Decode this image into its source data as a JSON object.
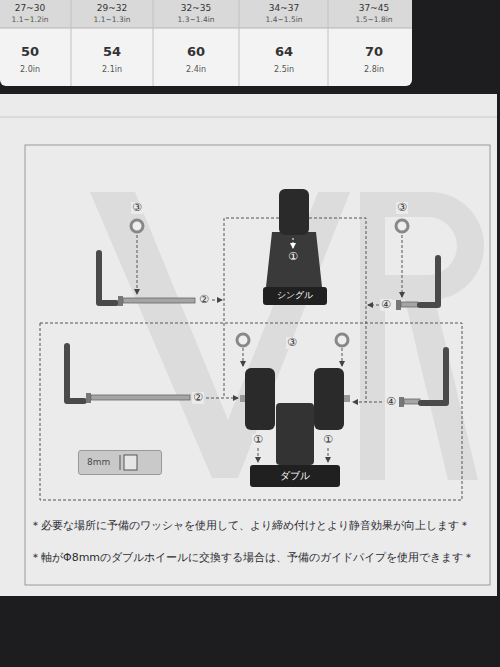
{
  "diagram": {
    "nodes": [
      {
        "text": [
          "シングル"
        ]
      },
      {
        "text": [
          "ダブル"
        ]
      },
      {
        "text": [
          "8mm"
        ]
      }
    ],
    "labels": [
      "27~30",
      "1.1~1.2in",
      "29~32",
      "1.1~1.3in",
      "32~35",
      "1.3~1.4in",
      "34~37",
      "1.4~1.5in",
      "37~45",
      "1.5~1.8in",
      "50",
      "2.0in",
      "54",
      "2.1in",
      "60",
      "2.4in",
      "64",
      "2.5in",
      "70",
      "2.8in",
      "③",
      "②",
      "①",
      "③",
      "④",
      "③",
      "②",
      "④",
      "①",
      "①",
      "＊必要な場所に予備のワッシャを使用して、より締め付けとより静音効果が向上します＊",
      "＊軸がΦ8mmのダブルホイールに交換する場合は、予備のガイドパイプを使用できます＊"
    ]
  }
}
